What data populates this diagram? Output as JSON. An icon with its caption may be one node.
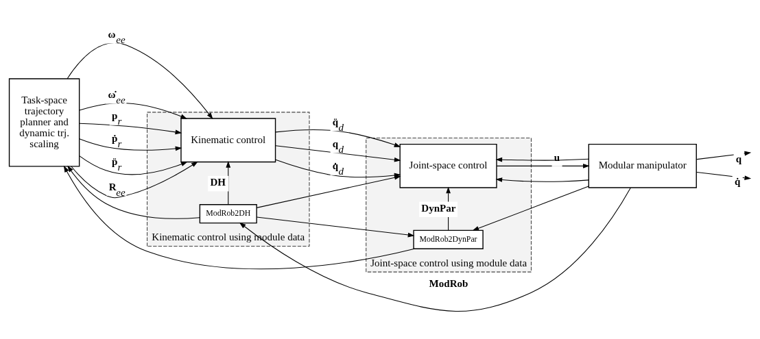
{
  "diagram": {
    "nodes": [
      {
        "text": [
          "Task-space trajectory planner and dynamic trj. scaling"
        ]
      },
      {
        "text": [
          "Kinematic control using module data"
        ]
      },
      {
        "text": [
          "ModRob2DH"
        ],
        "in": 1
      },
      {
        "text": [
          "Kinematic control"
        ],
        "in": 1
      },
      {
        "text": [
          "Joint-space control using module data"
        ]
      },
      {
        "text": [
          "ModRob2DynPar"
        ],
        "in": 4
      },
      {
        "text": [
          "Joint-space control"
        ],
        "in": 4
      },
      {
        "text": [
          "Modular manipulator"
        ]
      }
    ],
    "edges": [
      {
        "from": 0,
        "to": 3,
        "arrow": "to",
        "label": "p$_{r}$"
      },
      {
        "from": 0,
        "to": 3,
        "arrow": "to",
        "label": "ṗ$_{r}$"
      },
      {
        "from": 0,
        "to": 3,
        "arrow": "to",
        "label": "p̈$_{r}$"
      },
      {
        "from": 0,
        "to": 3,
        "arrow": "to",
        "label": "R$_{ee}$"
      },
      {
        "from": 0,
        "to": 3,
        "arrow": "to",
        "label": "ω$_{ee}$"
      },
      {
        "from": 0,
        "to": 3,
        "arrow": "to",
        "label": "ω̇$_{ee}$"
      },
      {
        "from": 3,
        "to": 6,
        "arrow": "to",
        "label": "q$_{d}$"
      },
      {
        "from": 3,
        "to": 6,
        "arrow": "to",
        "label": "q̇$_{d}$"
      },
      {
        "from": 3,
        "to": 6,
        "arrow": "to",
        "label": "q̈$_{d}$"
      },
      {
        "from": 6,
        "to": 7,
        "arrow": "to",
        "label": "u"
      },
      {
        "from": 7,
        "to": null,
        "arrow": "to",
        "label": "q"
      },
      {
        "from": 7,
        "to": null,
        "arrow": "to",
        "label": "q̇"
      },
      {
        "from": 7,
        "to": 6,
        "arrow": "to"
      },
      {
        "from": 7,
        "to": 6,
        "arrow": "to"
      },
      {
        "from": 7,
        "to": 2,
        "arrow": "to",
        "label": "ModRob"
      },
      {
        "from": 7,
        "to": 5,
        "arrow": "to"
      },
      {
        "from": 2,
        "to": 3,
        "arrow": "to",
        "label": "DH"
      },
      {
        "from": 2,
        "to": 0,
        "arrow": "to"
      },
      {
        "from": 2,
        "to": 5,
        "arrow": "to"
      },
      {
        "from": 2,
        "to": 6,
        "arrow": "to"
      },
      {
        "from": 5,
        "to": 6,
        "arrow": "to",
        "label": "DynPar"
      },
      {
        "from": 5,
        "to": 0,
        "arrow": "to"
      }
    ]
  }
}
